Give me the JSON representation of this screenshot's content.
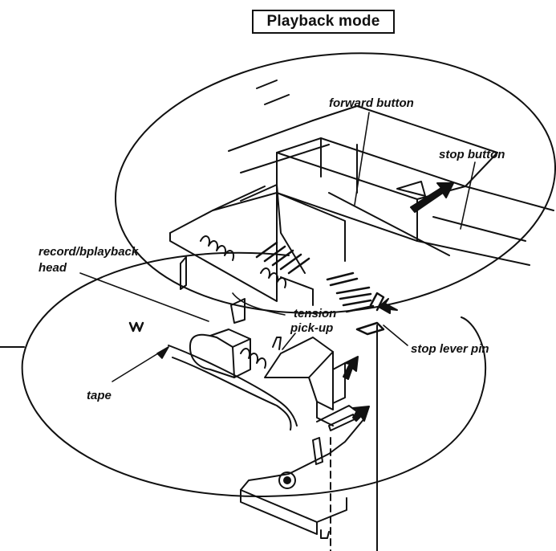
{
  "title": "Playback mode",
  "labels": {
    "forward_button": "forward button",
    "stop_button": "stop button",
    "record_head_line1": "record/bplayback",
    "record_head_line2": "head",
    "tension_line1": "tension",
    "tension_line2": "pick-up",
    "stop_lever_pin": "stop lever pin",
    "tape": "tape"
  }
}
